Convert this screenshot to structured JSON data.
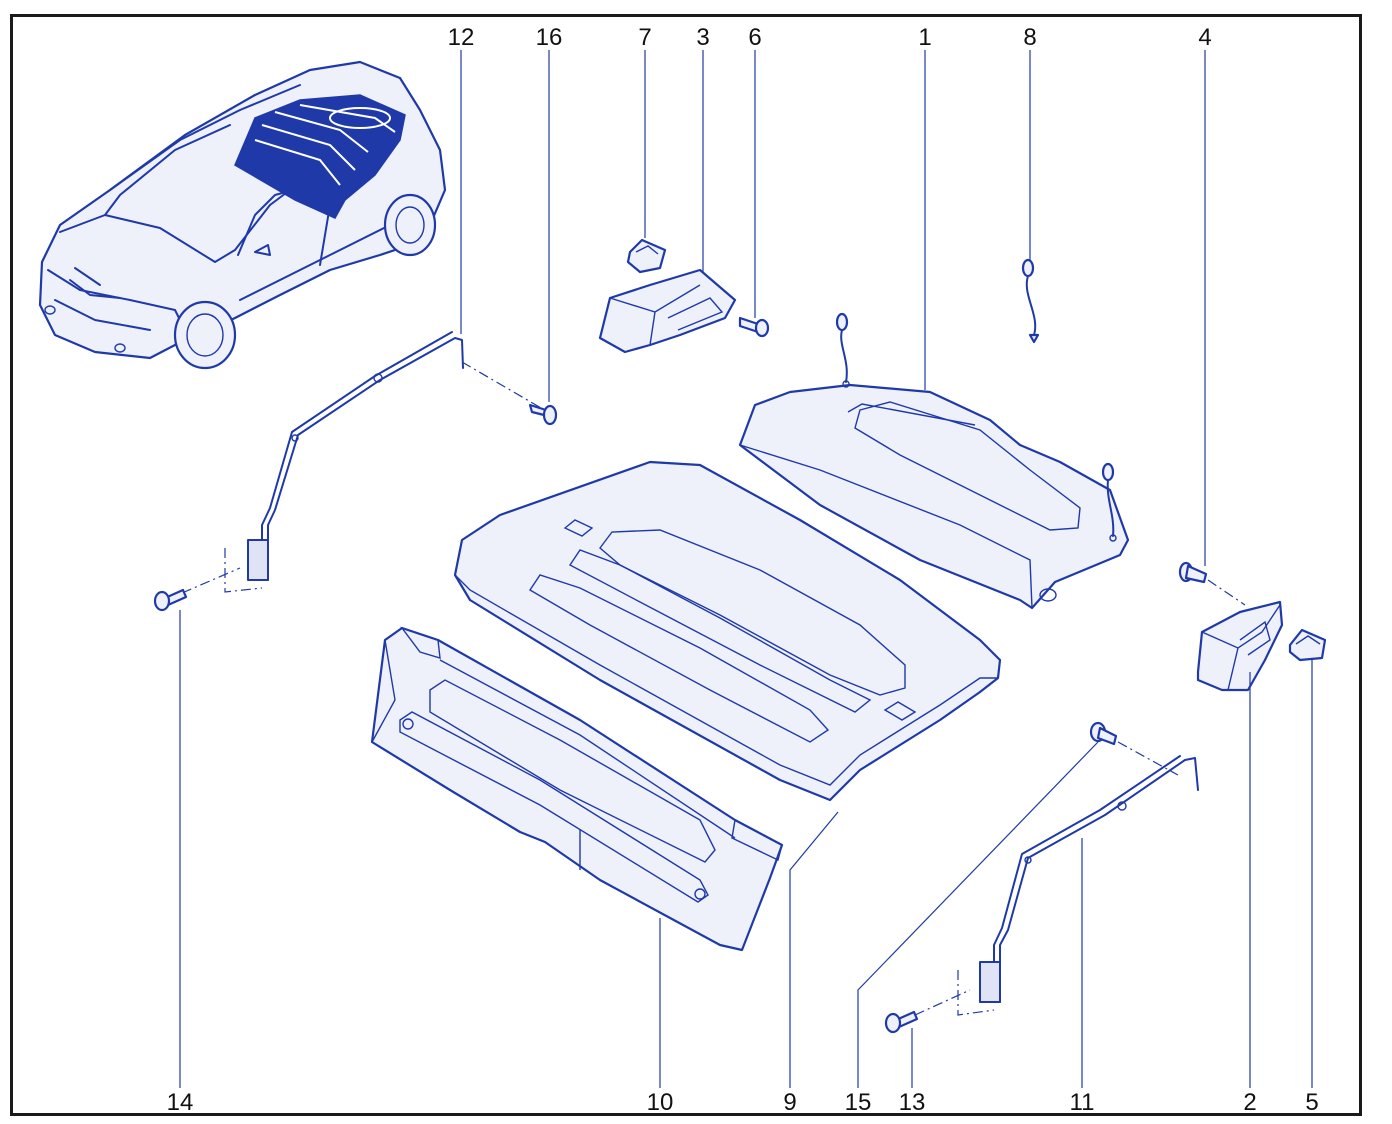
{
  "diagram": {
    "labels": [
      "12",
      "16",
      "7",
      "3",
      "6",
      "1",
      "8",
      "4",
      "14",
      "10",
      "9",
      "15",
      "13",
      "11",
      "2",
      "5"
    ],
    "colors": {
      "line": "#1f3aa8",
      "fill": "#eef0fa",
      "frame": "#1a1a1a",
      "text": "#111111"
    }
  }
}
